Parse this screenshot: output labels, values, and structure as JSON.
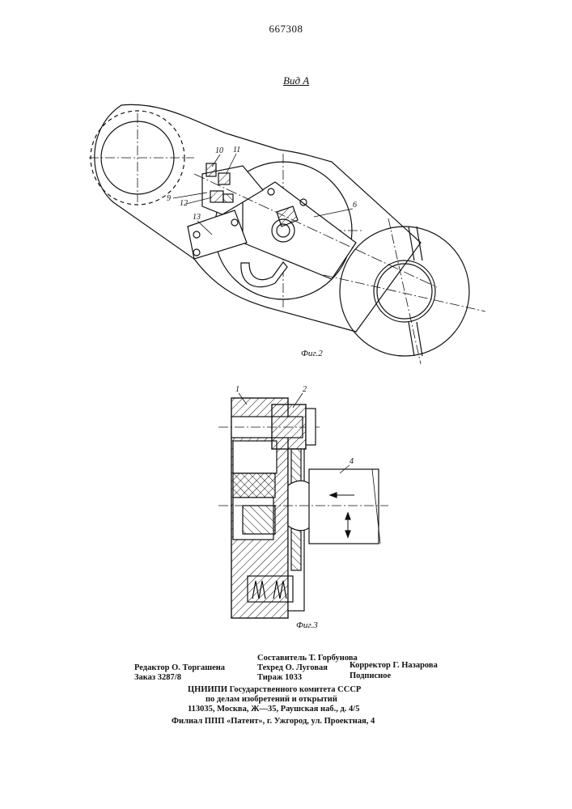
{
  "header": {
    "patent_number": "667308"
  },
  "figure2": {
    "view_label": "Вид А",
    "caption": "Фиг.2",
    "callouts": [
      "10",
      "11",
      "9",
      "12",
      "13",
      "6"
    ]
  },
  "figure3": {
    "caption": "Фиг.3",
    "callouts": [
      "1",
      "2",
      "4"
    ]
  },
  "imprint": {
    "compiler": "Составитель Т. Горбунова",
    "editor": "Редактор О. Торгашена",
    "techred": "Техред О. Луговая",
    "corrector": "Корректор Г. Назарова",
    "order": "Заказ 3287/8",
    "circulation": "Тираж 1033",
    "subscription": "Подписное",
    "institute": "ЦНИИПИ Государственного комитета СССР",
    "institute_dept": "по делам изобретений и открытий",
    "address": "113035, Москва, Ж—35, Раушская наб., д. 4/5",
    "branch": "Филиал ППП «Патент», г. Ужгород, ул. Проектная, 4"
  }
}
